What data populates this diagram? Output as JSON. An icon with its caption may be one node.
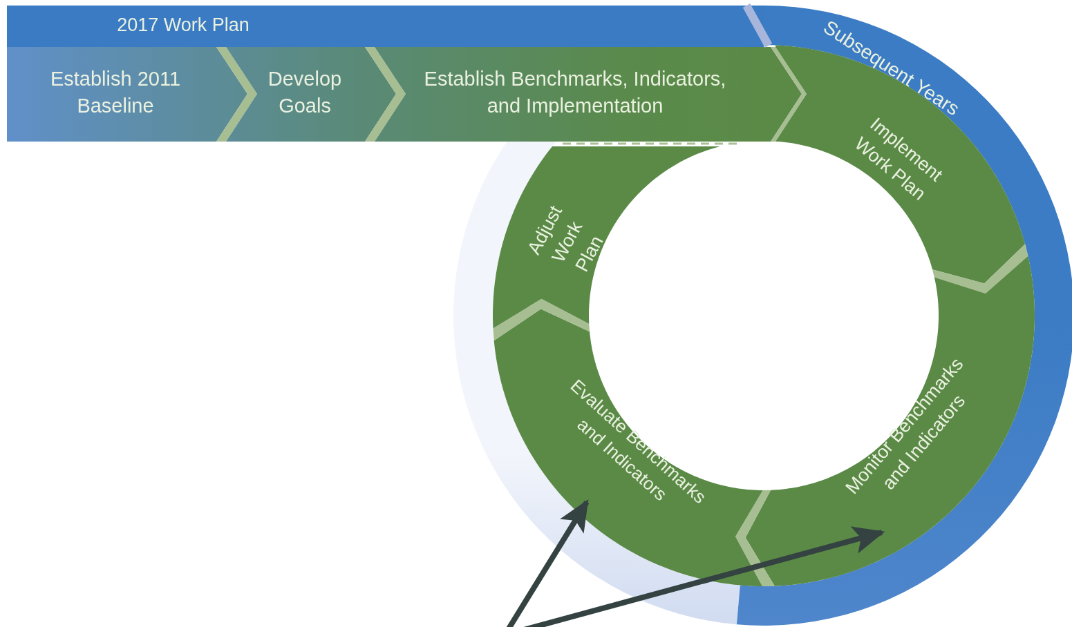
{
  "diagram": {
    "nodes": [
      {
        "text": [
          "2017 Work Plan"
        ]
      },
      {
        "text": [
          "Subsequent Years"
        ]
      },
      {
        "text": [
          "Establish 2011 Baseline"
        ]
      },
      {
        "text": [
          "Develop Goals"
        ]
      },
      {
        "text": [
          "Establish Benchmarks, Indicators, and Implementation"
        ]
      },
      {
        "text": [
          "Implement Work Plan"
        ]
      },
      {
        "text": [
          "Monitor Benchmarks and Indicators"
        ]
      },
      {
        "text": [
          "Evaluate Benchmarks and Indicators"
        ]
      },
      {
        "text": [
          "Adjust Work Plan"
        ]
      }
    ],
    "edges": [
      {
        "from": null,
        "to": 7,
        "arrow": "to"
      },
      {
        "from": null,
        "to": 6,
        "arrow": "to"
      }
    ]
  }
}
